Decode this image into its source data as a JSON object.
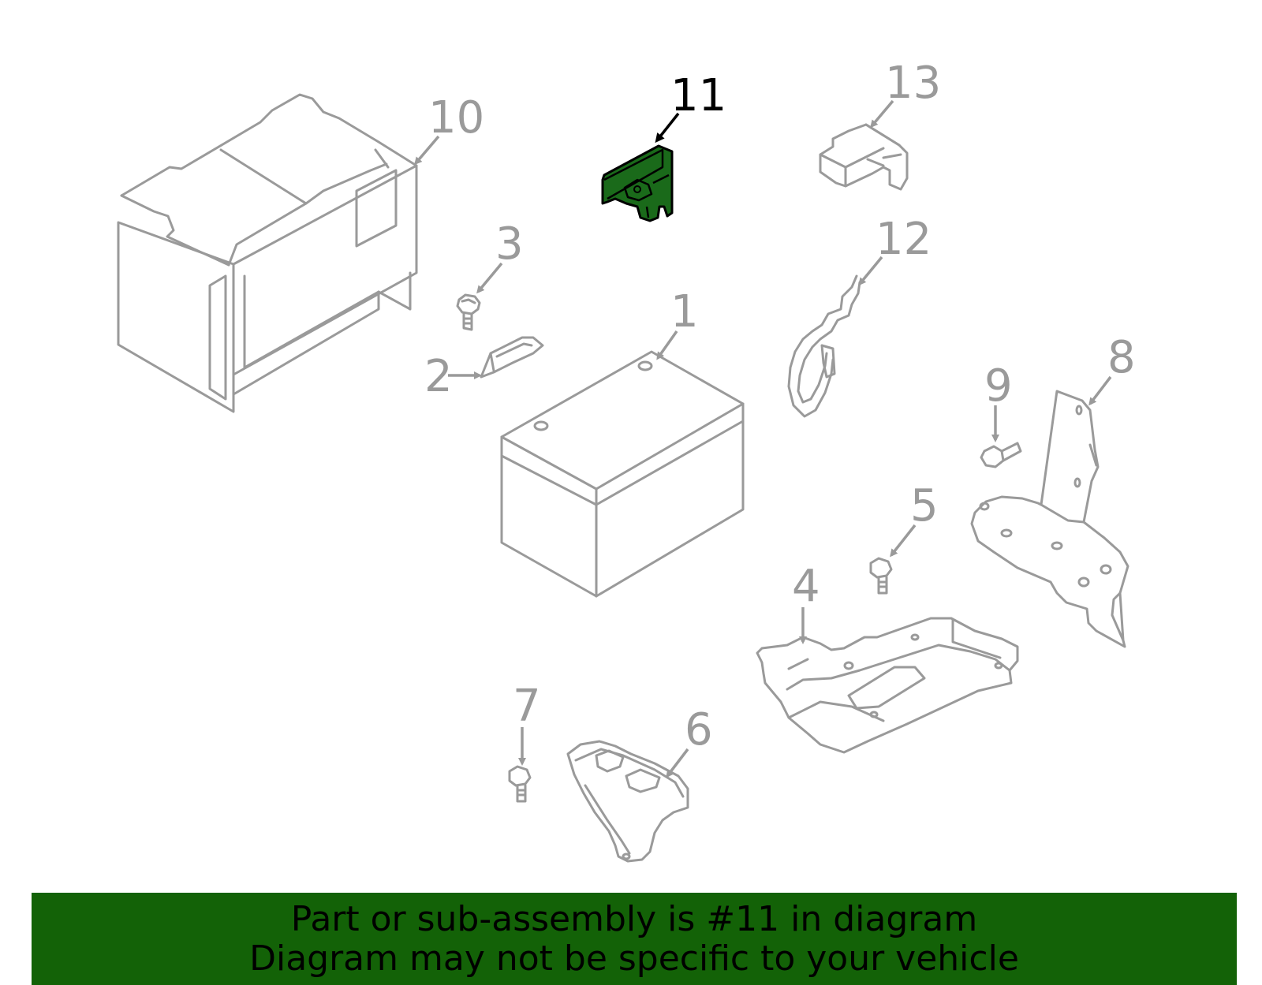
{
  "diagram": {
    "highlighted_part": "11",
    "callouts": [
      "1",
      "2",
      "3",
      "4",
      "5",
      "6",
      "7",
      "8",
      "9",
      "10",
      "11",
      "12",
      "13"
    ]
  },
  "banner": {
    "line1": "Part or sub-assembly is #11 in diagram",
    "line2": "Diagram may not be specific to your vehicle",
    "color": "#136207"
  },
  "colors": {
    "part_outline": "#9a9a9a",
    "highlight_fill": "#1a6a1a",
    "highlight_label": "#000000"
  }
}
